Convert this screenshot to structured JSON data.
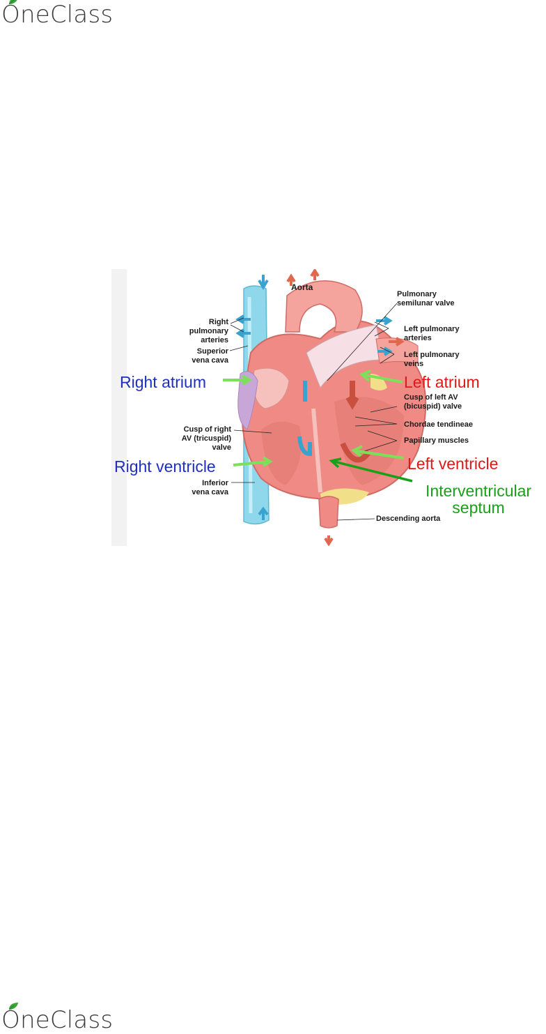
{
  "brand": {
    "name_first_letter": "O",
    "name_rest": "neClass",
    "leaf_color": "#3aa63a"
  },
  "figure": {
    "labels": {
      "aorta": "Aorta",
      "pulmonary_semilunar_valve": "Pulmonary\nsemilunar valve",
      "right_pulmonary_arteries": "Right\npulmonary\narteries",
      "left_pulmonary_arteries": "Left pulmonary\narteries",
      "superior_vena_cava": "Superior\nvena cava",
      "left_pulmonary_veins": "Left pulmonary\nveins",
      "cusp_left_av": "Cusp of left AV\n(bicuspid) valve",
      "chordae_tendineae": "Chordae tendineae",
      "cusp_right_av": "Cusp of right\nAV (tricuspid)\nvalve",
      "papillary_muscles": "Papillary muscles",
      "inferior_vena_cava": "Inferior\nvena cava",
      "descending_aorta": "Descending aorta"
    },
    "annotations": {
      "right_atrium": "Right atrium",
      "left_atrium": "Left atrium",
      "right_ventricle": "Right ventricle",
      "left_ventricle": "Left ventricle",
      "interventricular_septum": "Interventricular\nseptum"
    },
    "colors": {
      "blue_label": "#1f2fbf",
      "red_label": "#e01818",
      "green_label": "#18a018",
      "green_arrow": "#7ee05a",
      "vessel_blue": "#8fd8ec",
      "heart_red": "#f08a84",
      "heart_light": "#f6c0bc"
    }
  }
}
